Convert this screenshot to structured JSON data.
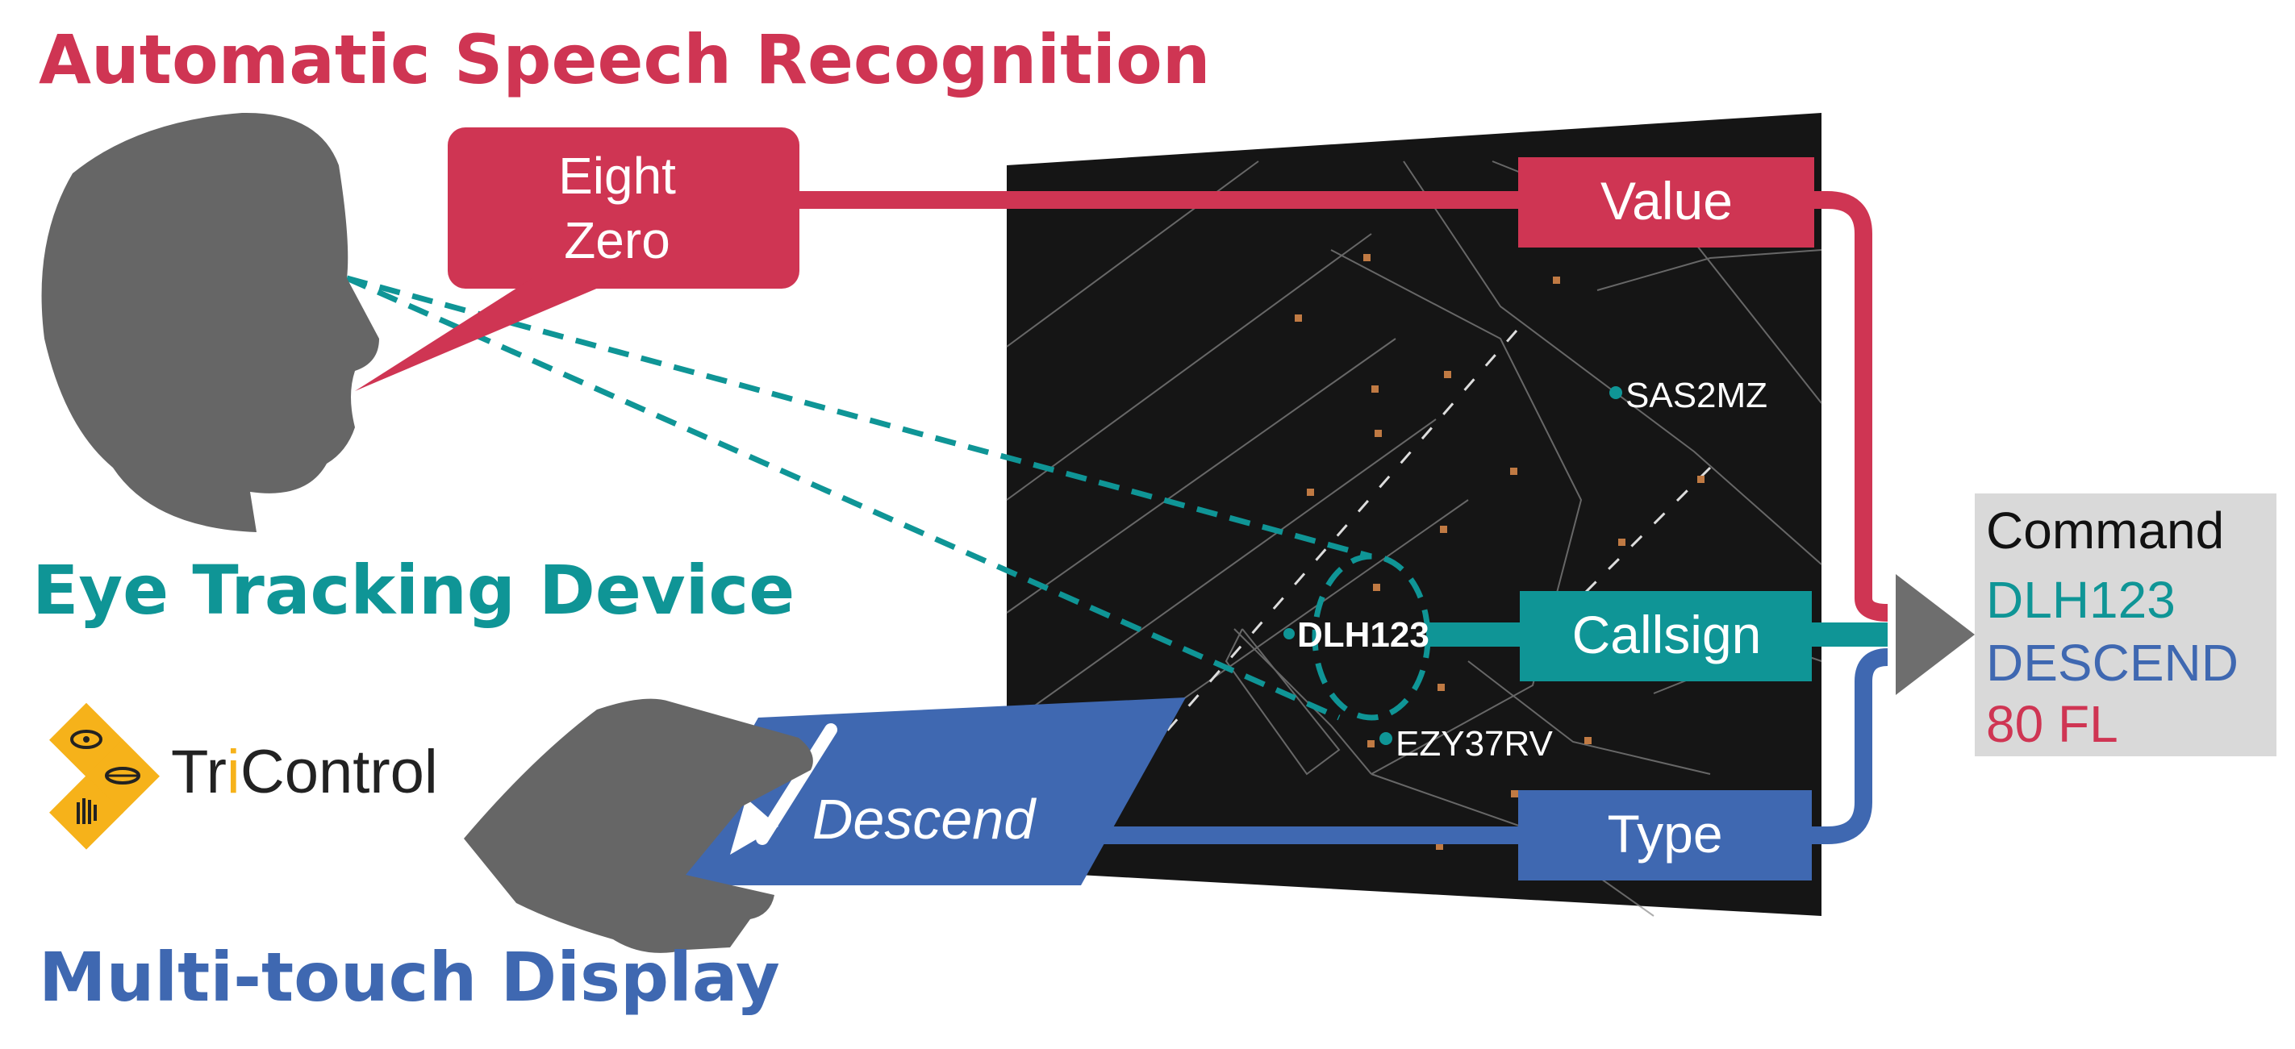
{
  "titles": {
    "asr": "Automatic Speech Recognition",
    "eye": "Eye Tracking Device",
    "touch": "Multi-touch Display"
  },
  "brand": {
    "tri": "Tri",
    "i": "i",
    "control": "Control"
  },
  "speech_bubble": {
    "line1": "Eight",
    "line2": "Zero"
  },
  "radar": {
    "callsigns": {
      "sas": "SAS2MZ",
      "dlh": "DLH123",
      "ezy": "EZY37RV"
    }
  },
  "labels": {
    "value": "Value",
    "callsign": "Callsign",
    "type": "Type",
    "descend": "Descend"
  },
  "command": {
    "label": "Command",
    "callsign": "DLH123",
    "type": "DESCEND",
    "value": "80 FL"
  },
  "colors": {
    "asr": "#cf3553",
    "eye": "#0f9596",
    "touch": "#3f68b1",
    "radar_bg": "#151515",
    "silhouette": "#666666",
    "dot": "#c07a43",
    "tricontrol": "#f6b21a",
    "arrow": "#6e6e6e"
  }
}
